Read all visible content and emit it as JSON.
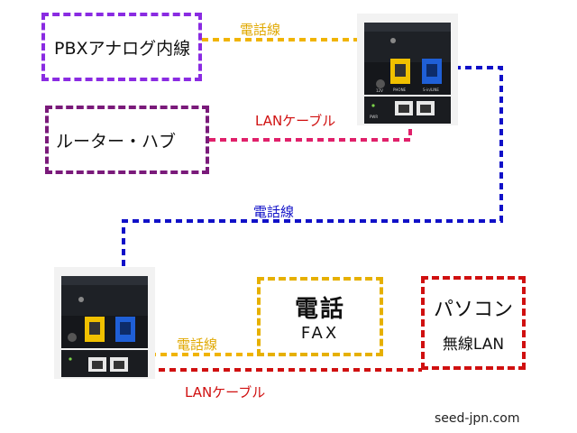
{
  "boxes": {
    "pbx": {
      "label": "PBXアナログ内線",
      "color": "#8a2be2"
    },
    "router": {
      "label": "ルーター・ハブ",
      "color": "#7a1a7a"
    },
    "phone": {
      "line1": "電話",
      "line2": "FAX",
      "color": "#e6b000"
    },
    "pc": {
      "line1": "パソコン",
      "line2": "無線LAN",
      "color": "#d01010"
    }
  },
  "wires": {
    "phone_top": {
      "label": "電話線",
      "color": "#f0b400"
    },
    "lan_top": {
      "label": "LANケーブル",
      "color": "#e0206a"
    },
    "phone_middle": {
      "label": "電話線",
      "color": "#1010c8"
    },
    "phone_bottom": {
      "label": "電話線",
      "color": "#f0b400"
    },
    "lan_bottom": {
      "label": "LANケーブル",
      "color": "#d01010"
    }
  },
  "devices": {
    "port_phone": "PHONE",
    "port_line": "S-in/LINE",
    "power_label": "12V",
    "pwr_label": "PWR"
  },
  "footer": {
    "credit": "seed-jpn.com"
  }
}
